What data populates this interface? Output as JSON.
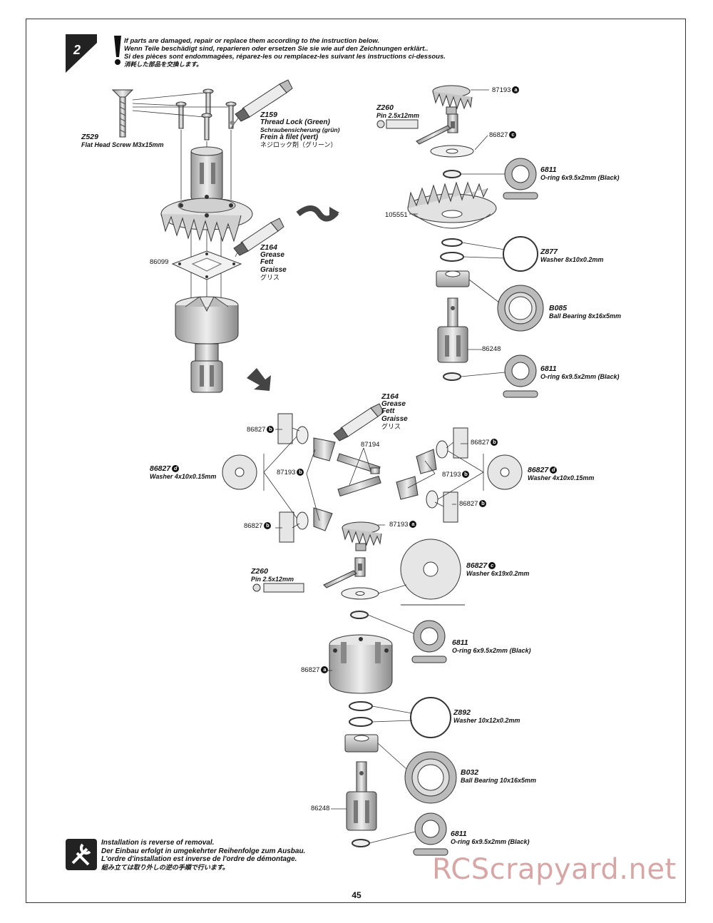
{
  "step": {
    "number": "2"
  },
  "warning": {
    "lines": [
      "If parts are damaged, repair or replace them according to the instruction below.",
      "Wenn Teile beschädigt sind, reparieren oder ersetzen Sie sie wie auf den Zeichnungen erklärt..",
      "Si des pièces sont endommagées, réparez-les ou remplacez-les suivant les instructions ci-dessous.",
      "消耗した部品を交換します。"
    ]
  },
  "top_left": {
    "screw": {
      "code": "Z529",
      "desc": "Flat Head Screw M3x15mm"
    },
    "threadlock": {
      "code": "Z159",
      "lines": [
        "Thread Lock (Green)",
        "Schraubensicherung (grün)",
        "Frein à filet (vert)",
        "ネジロック剤（グリーン）"
      ]
    },
    "grease": {
      "code": "Z164",
      "lines": [
        "Grease",
        "Fett",
        "Graisse",
        "グリス"
      ]
    },
    "gasket": "86099"
  },
  "top_right": {
    "pin": {
      "code": "Z260",
      "desc": "Pin 2.5x12mm"
    },
    "bevel_gear": {
      "num": "87193",
      "badge": "a"
    },
    "washer_c": {
      "num": "86827",
      "badge": "c"
    },
    "oring1": {
      "code": "6811",
      "desc": "O-ring 6x9.5x2mm (Black)"
    },
    "ring_gear": "105551",
    "washer_z877": {
      "code": "Z877",
      "desc": "Washer 8x10x0.2mm"
    },
    "bearing": {
      "code": "B085",
      "desc": "Ball Bearing 8x16x5mm"
    },
    "outdrive": "86248",
    "oring2": {
      "code": "6811",
      "desc": "O-ring 6x9.5x2mm (Black)"
    }
  },
  "middle": {
    "grease": {
      "code": "Z164",
      "lines": [
        "Grease",
        "Fett",
        "Graisse",
        "グリス"
      ]
    },
    "shafts": "87194",
    "left_washer": {
      "code": "86827",
      "badge": "d",
      "desc": "Washer 4x10x0.15mm"
    },
    "right_washer": {
      "code": "86827",
      "badge": "d",
      "desc": "Washer 4x10x0.15mm"
    },
    "labels": [
      {
        "num": "86827",
        "badge": "b"
      },
      {
        "num": "87193",
        "badge": "b"
      },
      {
        "num": "86827",
        "badge": "b"
      },
      {
        "num": "86827",
        "badge": "b"
      },
      {
        "num": "87193",
        "badge": "b"
      },
      {
        "num": "86827",
        "badge": "b"
      },
      {
        "num": "87193",
        "badge": "a"
      }
    ]
  },
  "bottom": {
    "pin": {
      "code": "Z260",
      "desc": "Pin 2.5x12mm"
    },
    "washer_c": {
      "code": "86827",
      "badge": "c",
      "desc": "Washer 6x19x0.2mm"
    },
    "oring1": {
      "code": "6811",
      "desc": "O-ring 6x9.5x2mm (Black)"
    },
    "case": {
      "num": "86827",
      "badge": "a"
    },
    "washer_z892": {
      "code": "Z892",
      "desc": "Washer 10x12x0.2mm"
    },
    "bearing": {
      "code": "B032",
      "desc": "Ball Bearing 10x16x5mm"
    },
    "outdrive": "86248",
    "oring2": {
      "code": "6811",
      "desc": "O-ring 6x9.5x2mm (Black)"
    }
  },
  "install_note": {
    "lines": [
      "Installation is reverse of removal.",
      "Der Einbau erfolgt in umgekehrter Reihenfolge zum Ausbau.",
      "L'ordre d'installation est inverse de l'ordre de démontage.",
      "組み立ては取り外しの逆の手順で行います。"
    ]
  },
  "page_number": "45",
  "watermark": "RCScrapyard.net"
}
